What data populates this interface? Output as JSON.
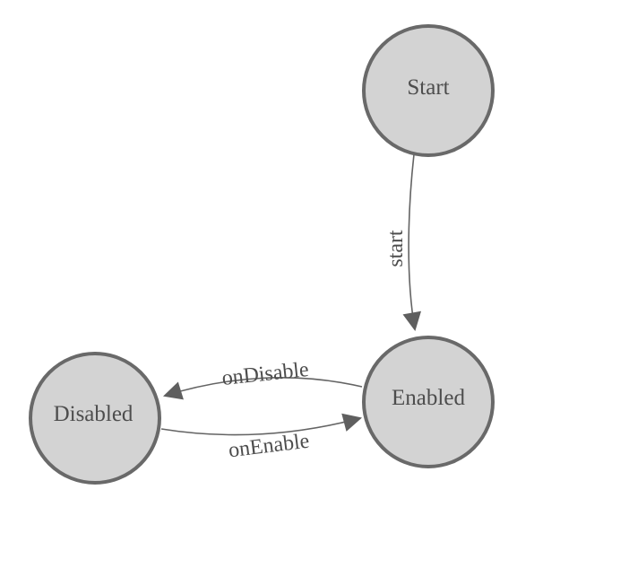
{
  "diagram": {
    "kind": "state-machine",
    "nodes": [
      {
        "id": "start",
        "label": "Start"
      },
      {
        "id": "enabled",
        "label": "Enabled"
      },
      {
        "id": "disabled",
        "label": "Disabled"
      }
    ],
    "edges": [
      {
        "id": "start-transition",
        "label": "start",
        "from": "Start",
        "to": "Enabled"
      },
      {
        "id": "on-disable",
        "label": "onDisable",
        "from": "Enabled",
        "to": "Disabled"
      },
      {
        "id": "on-enable",
        "label": "onEnable",
        "from": "Disabled",
        "to": "Enabled"
      }
    ],
    "colors": {
      "background": "#ffffff",
      "node_fill": "#d3d3d3",
      "node_stroke": "#696969",
      "edge_stroke": "#646464",
      "arrow_fill": "#5f5f5f",
      "text": "#4d4d4d"
    }
  }
}
